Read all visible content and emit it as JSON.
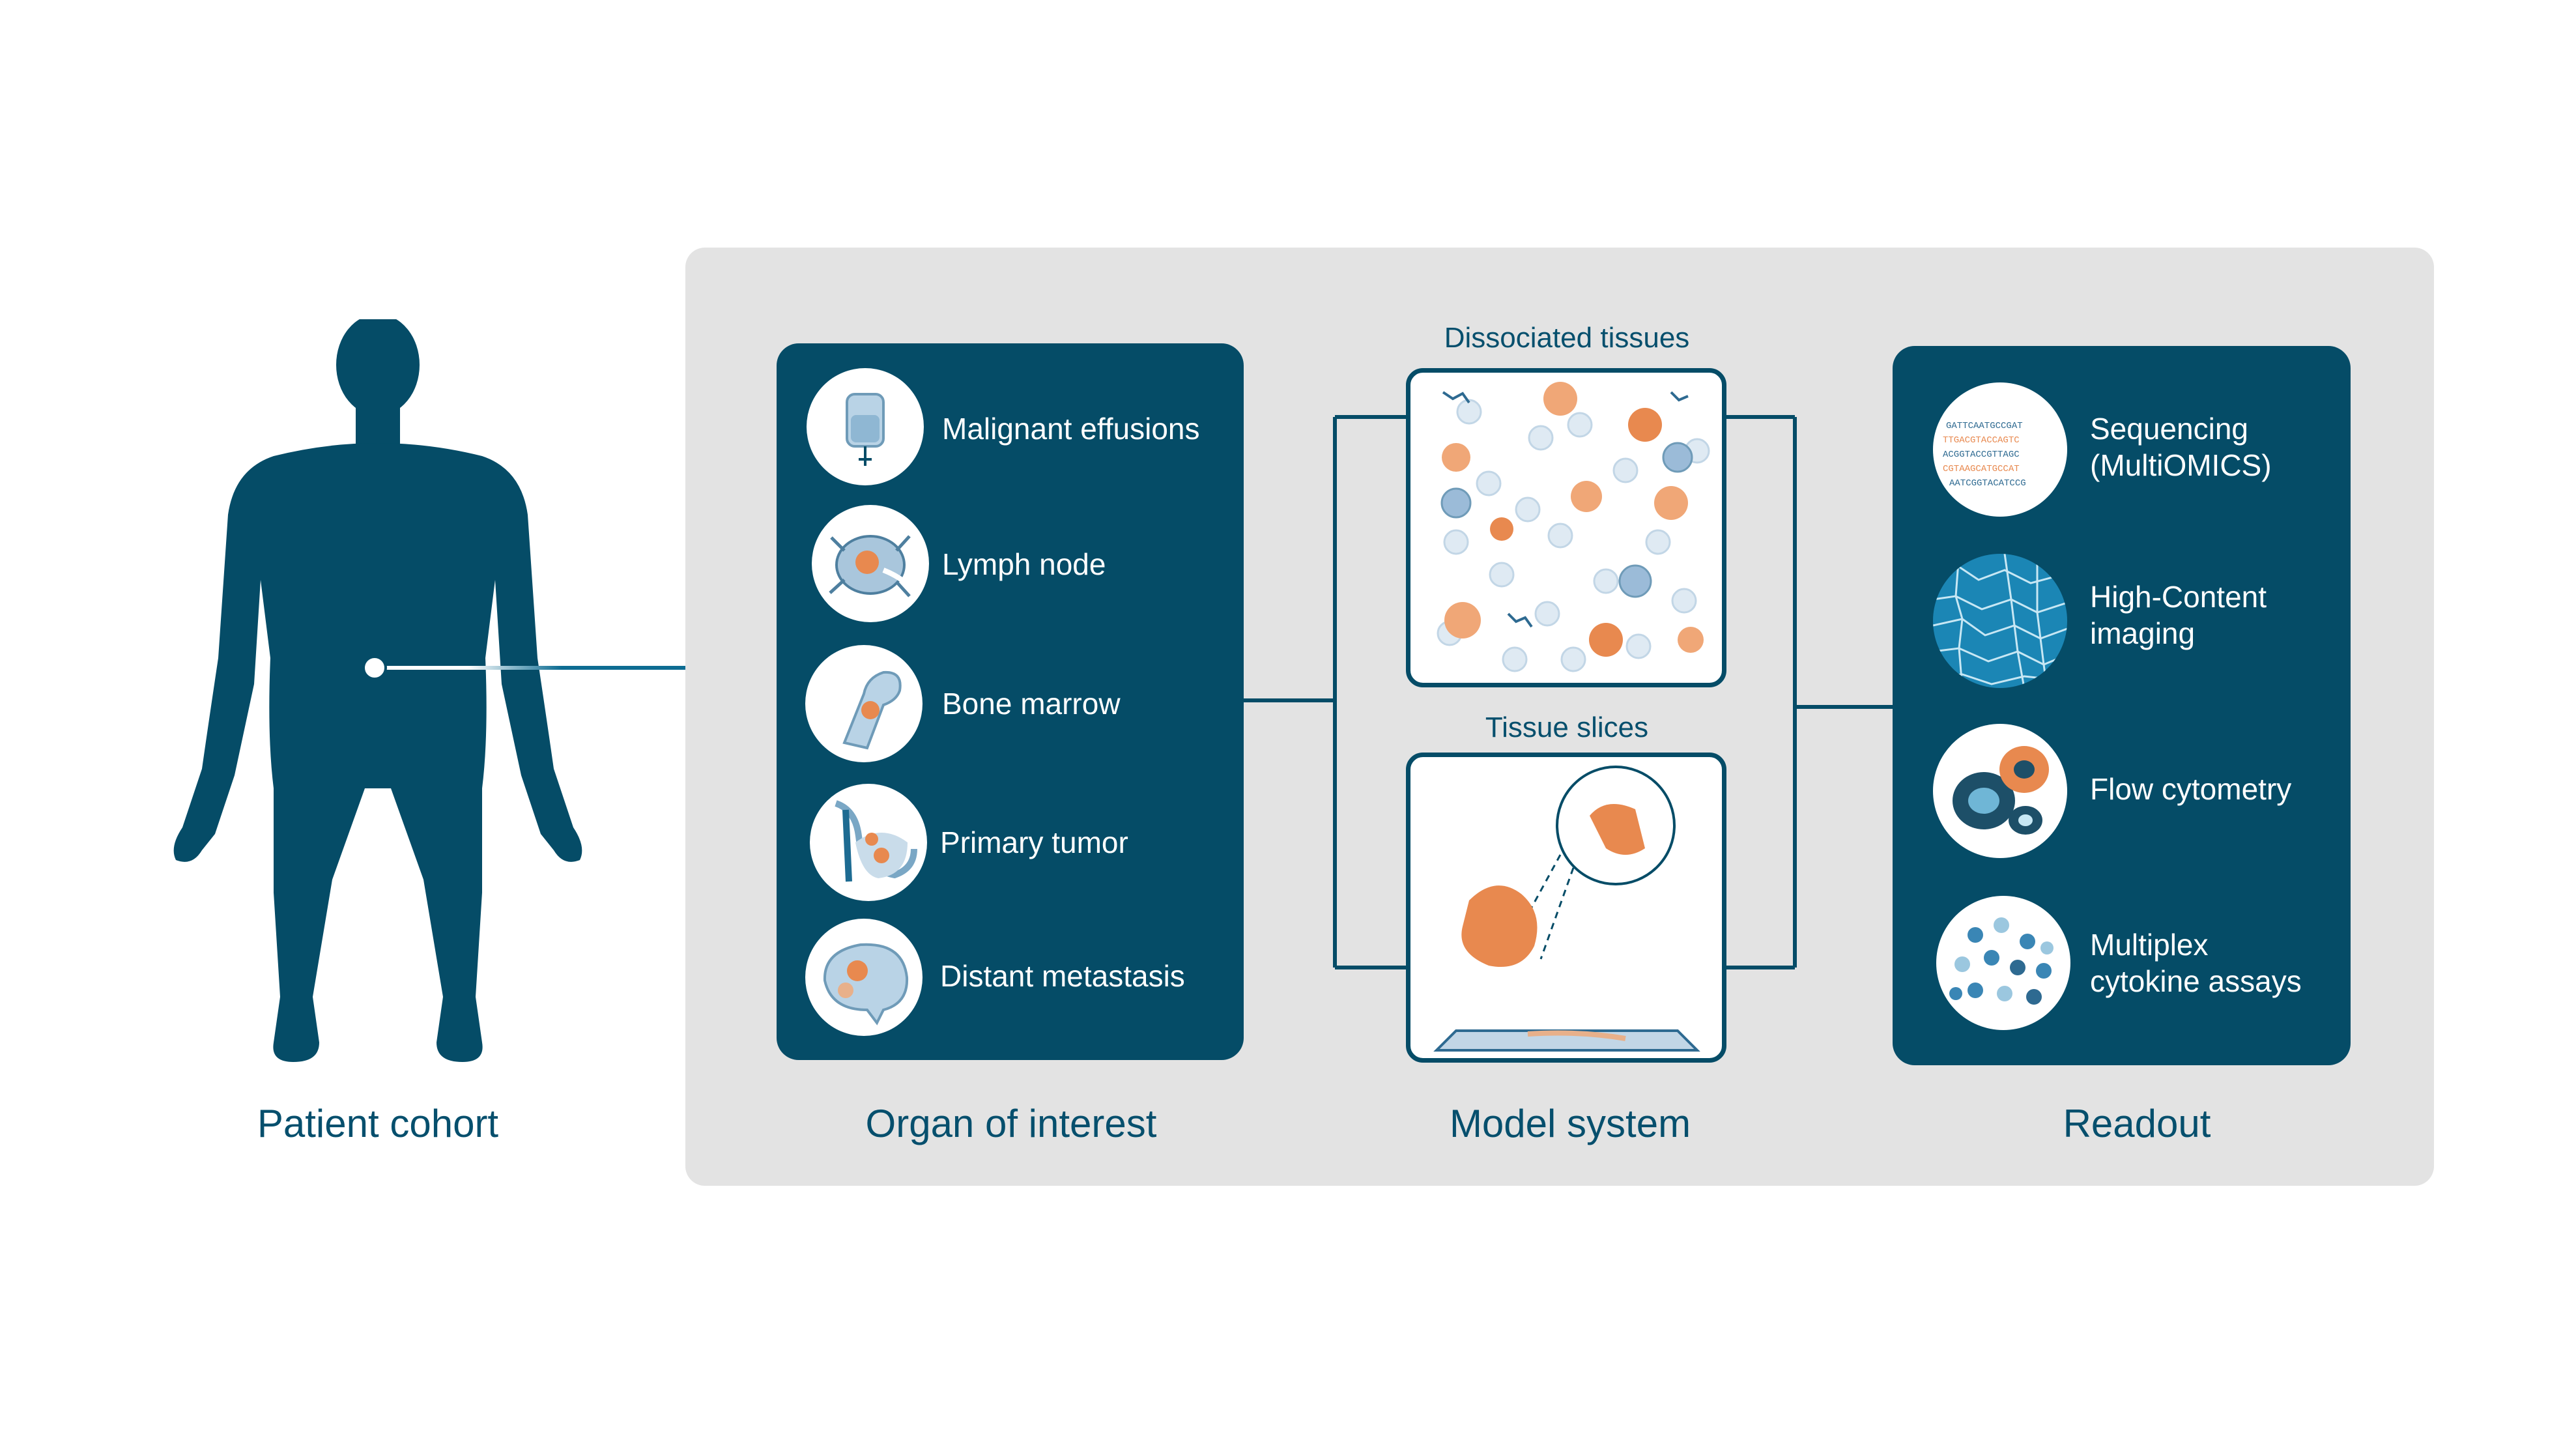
{
  "patient": {
    "label": "Patient cohort"
  },
  "organ": {
    "label": "Organ of interest",
    "items": [
      {
        "label": "Malignant effusions",
        "icon": "iv-bag-icon"
      },
      {
        "label": "Lymph node",
        "icon": "lymph-node-icon"
      },
      {
        "label": "Bone marrow",
        "icon": "bone-icon"
      },
      {
        "label": "Primary tumor",
        "icon": "breast-tumor-icon"
      },
      {
        "label": "Distant metastasis",
        "icon": "brain-icon"
      }
    ]
  },
  "model": {
    "label": "Model system",
    "dissociated": {
      "title": "Dissociated tissues"
    },
    "slices": {
      "title": "Tissue slices"
    }
  },
  "readout": {
    "label": "Readout",
    "items": [
      {
        "line1": "Sequencing",
        "line2": "(MultiOMICS)",
        "icon": "dna-sequence-icon"
      },
      {
        "line1": "High-Content",
        "line2": "imaging",
        "icon": "cell-imaging-icon"
      },
      {
        "line1": "Flow cytometry",
        "line2": "",
        "icon": "flow-cytometry-icon"
      },
      {
        "line1": "Multiplex",
        "line2": "cytokine assays",
        "icon": "beads-icon"
      }
    ]
  },
  "colors": {
    "navy": "#054c67",
    "panel": "#e3e3e3",
    "orange": "#e8894f",
    "light_blue": "#b9d3e6"
  }
}
